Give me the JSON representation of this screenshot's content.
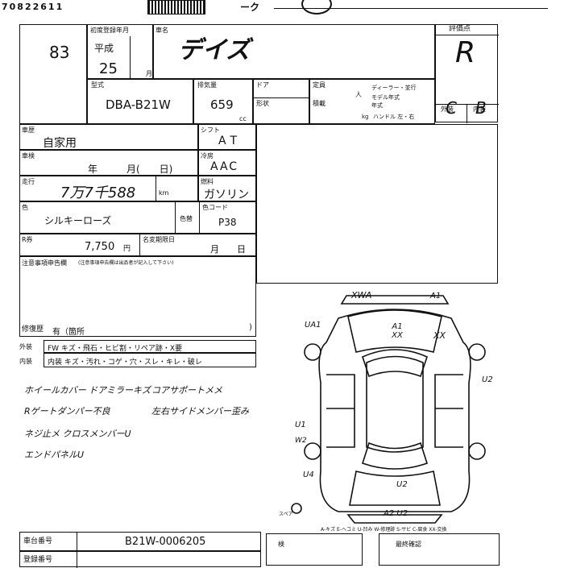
{
  "header": {
    "top_code": "70822611",
    "top_right_text": "ーク"
  },
  "lot": {
    "number": "83"
  },
  "registration": {
    "label": "初度登録年月",
    "era": "平成",
    "year": "25",
    "month_unit": "月"
  },
  "model_name": {
    "label": "車名",
    "value": "デイズ"
  },
  "grade": {
    "label": "評価点",
    "value": "R",
    "exterior_label": "外装",
    "exterior": "C",
    "interior_label": "内装",
    "interior": "B"
  },
  "chassis": {
    "label": "型式",
    "value": "DBA-B21W"
  },
  "displacement": {
    "label": "排気量",
    "value": "659",
    "unit": "cc"
  },
  "door": {
    "label": "ドア"
  },
  "seating": {
    "label": "定員",
    "person_unit": "人",
    "dealer_text": "ディーラー・並行",
    "model_year_text": "モデル年式",
    "year_unit": "年式",
    "loading_unit": "kg",
    "handle_text": "ハンドル 左・右"
  },
  "shape": {
    "label": "形状"
  },
  "color_dept": {
    "label": "積載"
  },
  "usage": {
    "label": "車歴",
    "value": "自家用"
  },
  "transmission": {
    "label": "シフト",
    "value": "AT"
  },
  "inspection": {
    "label": "車検",
    "text": "年　　　月(　　日)"
  },
  "ac": {
    "label": "冷房",
    "value": "AAC"
  },
  "mileage": {
    "label": "走行",
    "value": "7万7千588",
    "unit": "km"
  },
  "fuel": {
    "label": "燃料",
    "value": "ガソリン"
  },
  "color": {
    "label": "色",
    "value": "シルキーローズ",
    "change_label": "色替",
    "code_label": "色コード",
    "code": "P38"
  },
  "recycle": {
    "label": "R券",
    "value": "7,750",
    "unit": "円",
    "date_label": "名変期限日",
    "date_text": "月　　日"
  },
  "notes_label": "注意事項申告欄",
  "notes_sub": "(注意事項申告欄は出品者が記入して下さい)",
  "repair": {
    "label": "修復歴",
    "value": "有（箇所",
    "close": ")"
  },
  "exterior_check": {
    "label": "外装",
    "items": "FW キズ・飛石・ヒビ割・リペア跡・X要"
  },
  "interior_check": {
    "label": "内装",
    "items": "内装 キズ・汚れ・コゲ・穴・スレ・キレ・破レ"
  },
  "inspector_notes": [
    "ホイールカバー ドアミラーキズ",
    "Rゲートダンパー不良",
    "ネジ止メ クロスメンバーU",
    "エンドパネルU"
  ],
  "inspector_notes_right": [
    "コアサポートメメ",
    "左右サイドメンバー歪み"
  ],
  "diagram_marks": {
    "top": "XWA",
    "top_right": "A1",
    "front_left": "UA1",
    "hood": "A1 XX",
    "front_right": "XX",
    "right_side": "U2",
    "left_mid": "U1",
    "left_mid2": "W2",
    "left_rear": "U4",
    "rear": "U2",
    "bottom": "A2 U2",
    "spare": "スペア"
  },
  "legend": "A-キズ E-ヘコミ U-凹み W-修理跡 S-サビ C-腐食 XX-交換",
  "footer": {
    "chassis_number_label": "車台番号",
    "chassis_number": "B21W-0006205",
    "registration_number_label": "登録番号",
    "inspection_label": "検",
    "final_check_label": "最終確認"
  }
}
